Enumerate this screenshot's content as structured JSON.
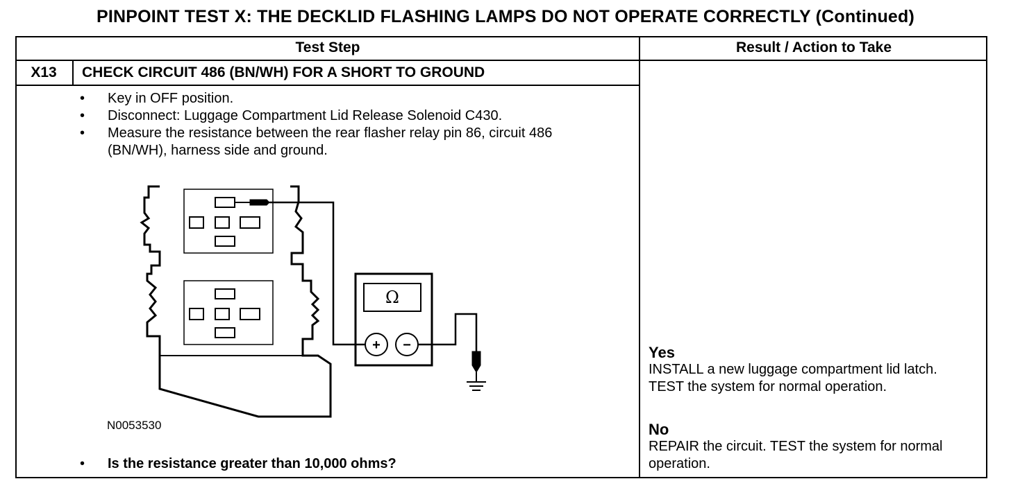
{
  "title": "PINPOINT TEST  X: THE DECKLID FLASHING LAMPS DO NOT OPERATE CORRECTLY (Continued)",
  "table": {
    "col_test_step": "Test Step",
    "col_result": "Result / Action to Take"
  },
  "step": {
    "id": "X13",
    "title": "CHECK CIRCUIT 486 (BN/WH) FOR A SHORT TO GROUND",
    "bullets": [
      "Key in OFF position.",
      "Disconnect: Luggage Compartment Lid Release Solenoid C430.",
      "Measure the resistance between the rear flasher relay pin 86, circuit 486 (BN/WH), harness side and ground."
    ],
    "figure_id": "N0053530",
    "question": "Is the resistance greater than 10,000 ohms?",
    "meter_symbol": "Ω",
    "plus_symbol": "+",
    "minus_symbol": "−"
  },
  "results": {
    "yes_label": "Yes",
    "yes_text": "INSTALL a new luggage compartment lid latch. TEST the system for normal operation.",
    "no_label": "No",
    "no_text": "REPAIR the circuit. TEST the system for normal operation."
  }
}
